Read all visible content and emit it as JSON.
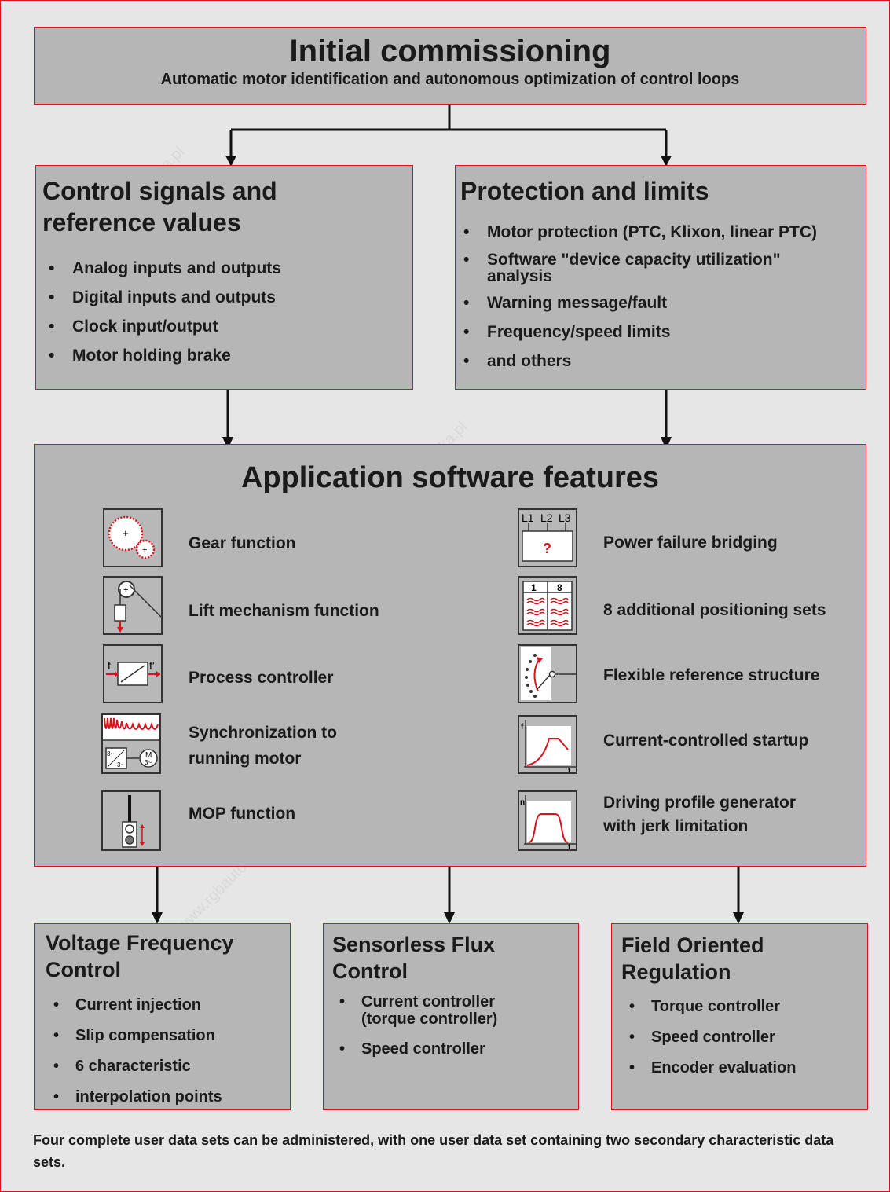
{
  "initial": {
    "title": "Initial commissioning",
    "subtitle": "Automatic motor identification and autonomous optimization of control loops"
  },
  "control": {
    "title_line1": "Control signals and",
    "title_line2": "reference values",
    "items": [
      "Analog inputs and outputs",
      "Digital inputs and outputs",
      "Clock input/output",
      "Motor holding brake"
    ]
  },
  "protection": {
    "title": "Protection and limits",
    "items": [
      "Motor protection (PTC, Klixon, linear PTC)",
      "Software \"device capacity utilization\" analysis",
      "Warning message/fault",
      "Frequency/speed limits",
      "and others"
    ]
  },
  "features": {
    "title": "Application software features",
    "left": [
      {
        "label": "Gear function",
        "icon": "gear-icon"
      },
      {
        "label": "Lift mechanism function",
        "icon": "lift-icon"
      },
      {
        "label": "Process controller",
        "icon": "process-controller-icon"
      },
      {
        "label_line1": "Synchronization to",
        "label_line2": "running motor",
        "icon": "synchronization-icon"
      },
      {
        "label": "MOP function",
        "icon": "mop-icon"
      }
    ],
    "right": [
      {
        "label": "Power failure bridging",
        "icon": "power-failure-icon"
      },
      {
        "label": "8 additional positioning sets",
        "icon": "positioning-sets-icon"
      },
      {
        "label": "Flexible reference structure",
        "icon": "reference-structure-icon"
      },
      {
        "label": "Current-controlled startup",
        "icon": "startup-curve-icon"
      },
      {
        "label_line1": "Driving profile generator",
        "label_line2": "with jerk limitation",
        "icon": "driving-profile-icon"
      }
    ],
    "icon_text": {
      "power_l1": "L1",
      "power_l2": "L2",
      "power_l3": "L3",
      "power_q": "?",
      "pos_1": "1",
      "pos_8": "8",
      "proc_f": "f",
      "proc_fprime": "f'",
      "sync_m": "M",
      "sync_3ph": "3~",
      "sync_3a": "3~",
      "sync_3b": "3~",
      "startup_f": "f",
      "startup_t": "t",
      "profile_n": "n",
      "profile_t": "t"
    }
  },
  "vfc": {
    "title_line1": "Voltage Frequency",
    "title_line2": "Control",
    "items": [
      "Current injection",
      "Slip compensation",
      "6 characteristic",
      "interpolation points"
    ]
  },
  "sfc": {
    "title_line1": "Sensorless Flux",
    "title_line2": "Control",
    "items": [
      "Current controller (torque controller)",
      "Speed controller"
    ]
  },
  "for": {
    "title_line1": "Field Oriented",
    "title_line2": "Regulation",
    "items": [
      "Torque controller",
      "Speed controller",
      "Encoder evaluation"
    ]
  },
  "footnote": "Four complete user data sets can be administered, with one user data set containing two secondary characteristic data sets.",
  "colors": {
    "accent_red": "#d7141e",
    "box_gray": "#b6b6b6",
    "background": "#e6e6e6"
  }
}
